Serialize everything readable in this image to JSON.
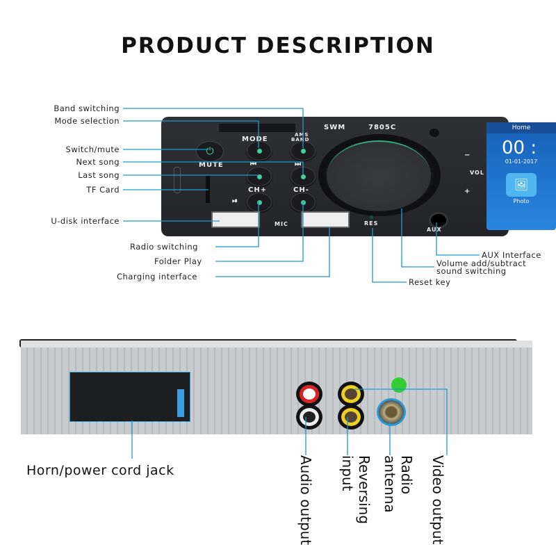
{
  "title": "PRODUCT DESCRIPTION",
  "front_labels": {
    "band": "Band switching",
    "mode": "Mode selection",
    "mute": "Switch/mute",
    "next": "Next song",
    "last": "Last song",
    "tf": "TF Card",
    "udisk": "U-disk interface",
    "radio": "Radio switching",
    "folder": "Folder Play",
    "charging": "Charging interface",
    "aux": "AUX Interface",
    "volume1": "Volume add/subtract",
    "volume2": "sound switching",
    "reset": "Reset key"
  },
  "panel": {
    "brand": "SWM",
    "model": "7805C",
    "mode": "MODE",
    "ams1": "AMS",
    "ams2": "BAND",
    "mute": "MUTE",
    "prev": "⏮",
    "next": "⏭",
    "chplus": "CH+",
    "chminus": "CH-",
    "play": "⏯",
    "mic": "MIC",
    "res": "RES",
    "aux": "AUX",
    "vol": "VOL",
    "volplus": "+",
    "volminus": "−"
  },
  "screen": {
    "header": "Home",
    "time": "00 :",
    "date": "01-01-2017",
    "app": "Photo"
  },
  "rear_labels": {
    "horn": "Horn/power cord jack",
    "audio": "Audio output",
    "reversing": "Reversing input",
    "radio": "Radio antenna",
    "video": "Video output"
  },
  "colors": {
    "leader": "#1a9ad6",
    "panel": "#2a2b2f",
    "button_led": "#3fd29a"
  }
}
